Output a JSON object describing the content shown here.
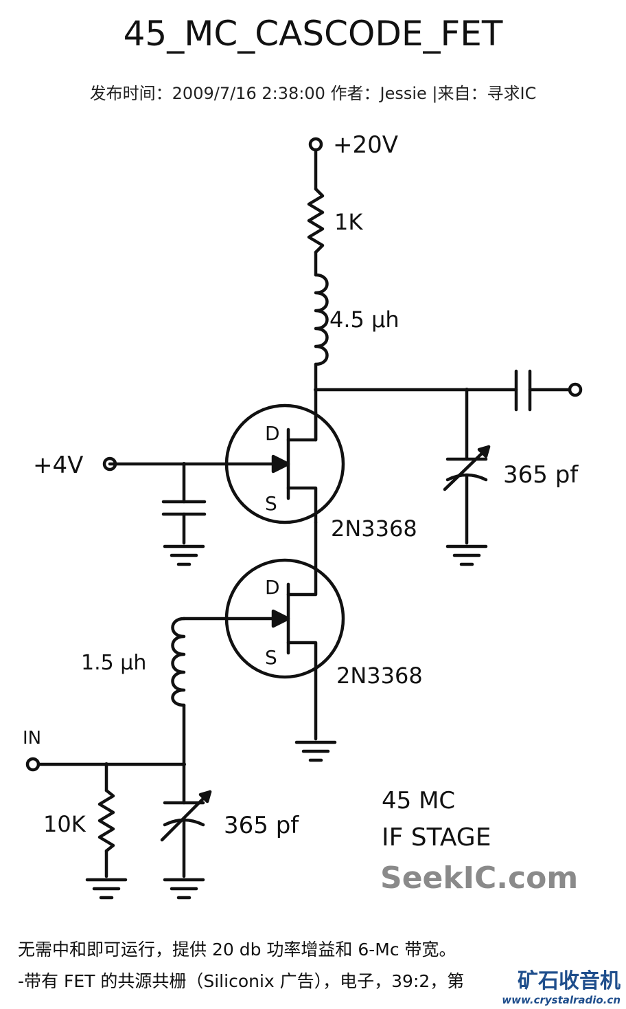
{
  "page": {
    "title": "45_MC_CASCODE_FET",
    "meta": "发布时间：2009/7/16 2:38:00 作者：Jessie |来自：寻求IC"
  },
  "schematic": {
    "vdd_label": "+20V",
    "r1_label": "1K",
    "l1_label": "4.5 μh",
    "c_tune_top_label": "365 pf",
    "bias_label": "+4V",
    "q1_model": "2N3368",
    "q2_model": "2N3368",
    "drain_letter": "D",
    "source_letter": "S",
    "l2_label": "1.5 μh",
    "in_label": "IN",
    "r2_label": "10K",
    "c_tune_bottom_label": "365 pf",
    "caption_line1": "45 MC",
    "caption_line2": "IF STAGE",
    "watermark": "SeekIC.com"
  },
  "description": {
    "line1": "无需中和即可运行，提供 20 db 功率增益和 6-Mc 带宽。",
    "line2": "-带有 FET 的共源共栅（Siliconix 广告），电子，39:2，第"
  },
  "watermark_site": {
    "name": "矿石收音机",
    "url": "www.crystalradio.cn"
  }
}
